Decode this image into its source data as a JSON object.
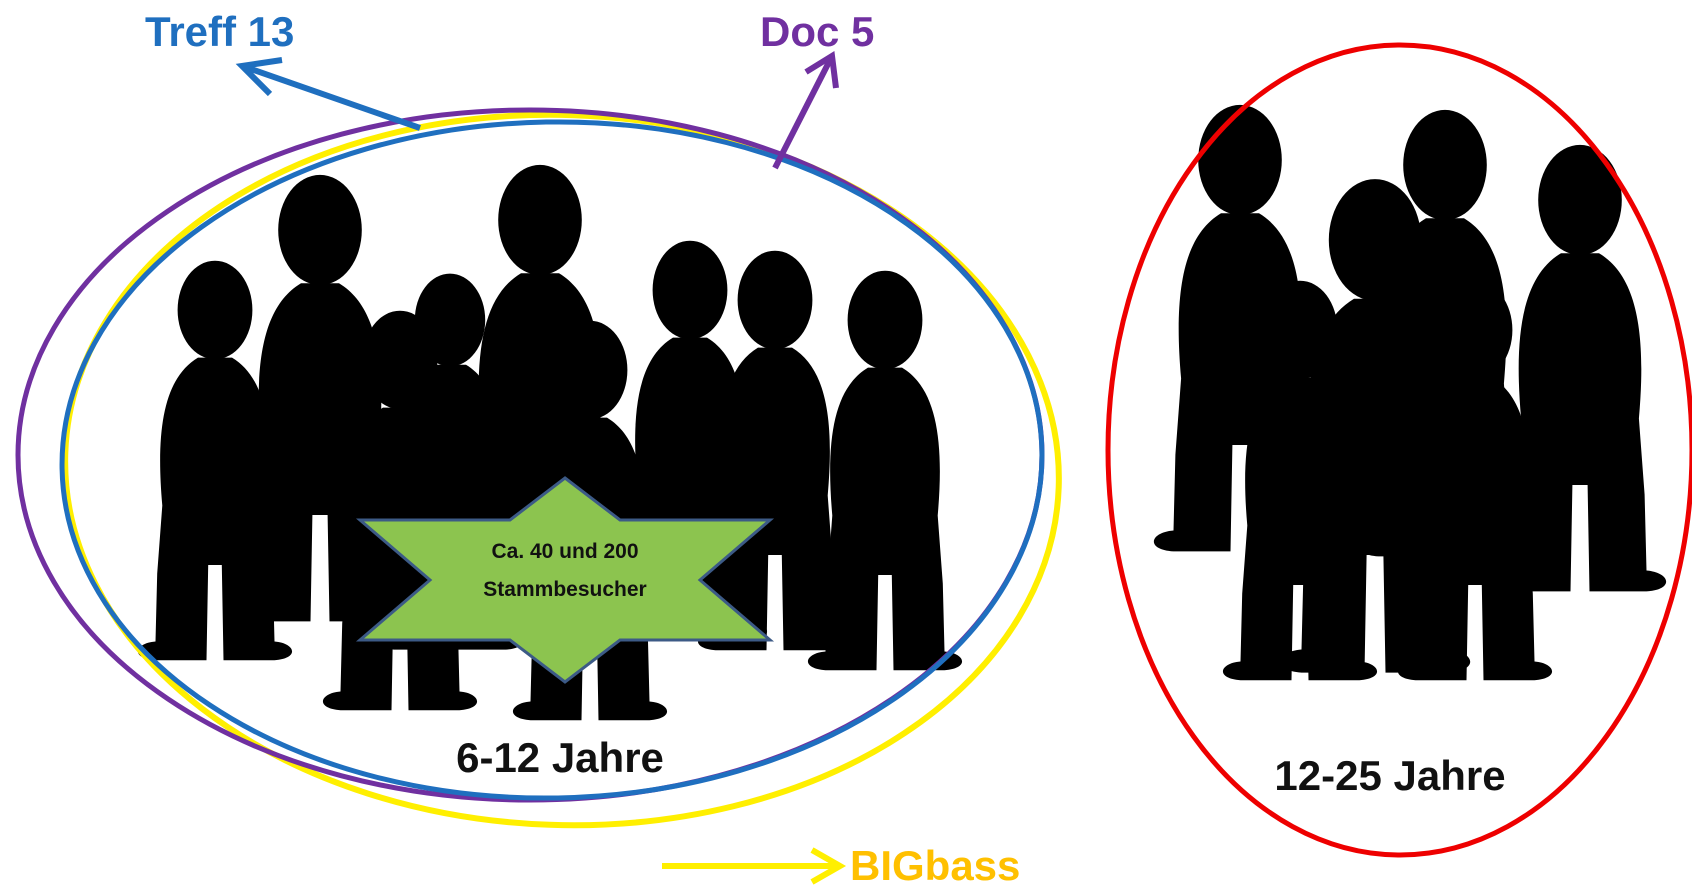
{
  "labels": {
    "treff": "Treff 13",
    "doc": "Doc 5",
    "bigbass": "BIGbass",
    "group_young": "6-12 Jahre",
    "group_old": "12-25 Jahre"
  },
  "star": {
    "line1": "Ca. 40 und 200",
    "line2": "Stammbesucher"
  },
  "colors": {
    "treff": "#1f6fbf",
    "doc": "#7030a0",
    "bigbass": "#ffef00",
    "bigbass_text": "#ffc000",
    "red_group": "#ee0000",
    "star_fill": "#8cc44f",
    "star_stroke": "#3c5a86"
  },
  "icons": {
    "figure": "stick-person-icon",
    "arrow": "arrow-icon"
  }
}
